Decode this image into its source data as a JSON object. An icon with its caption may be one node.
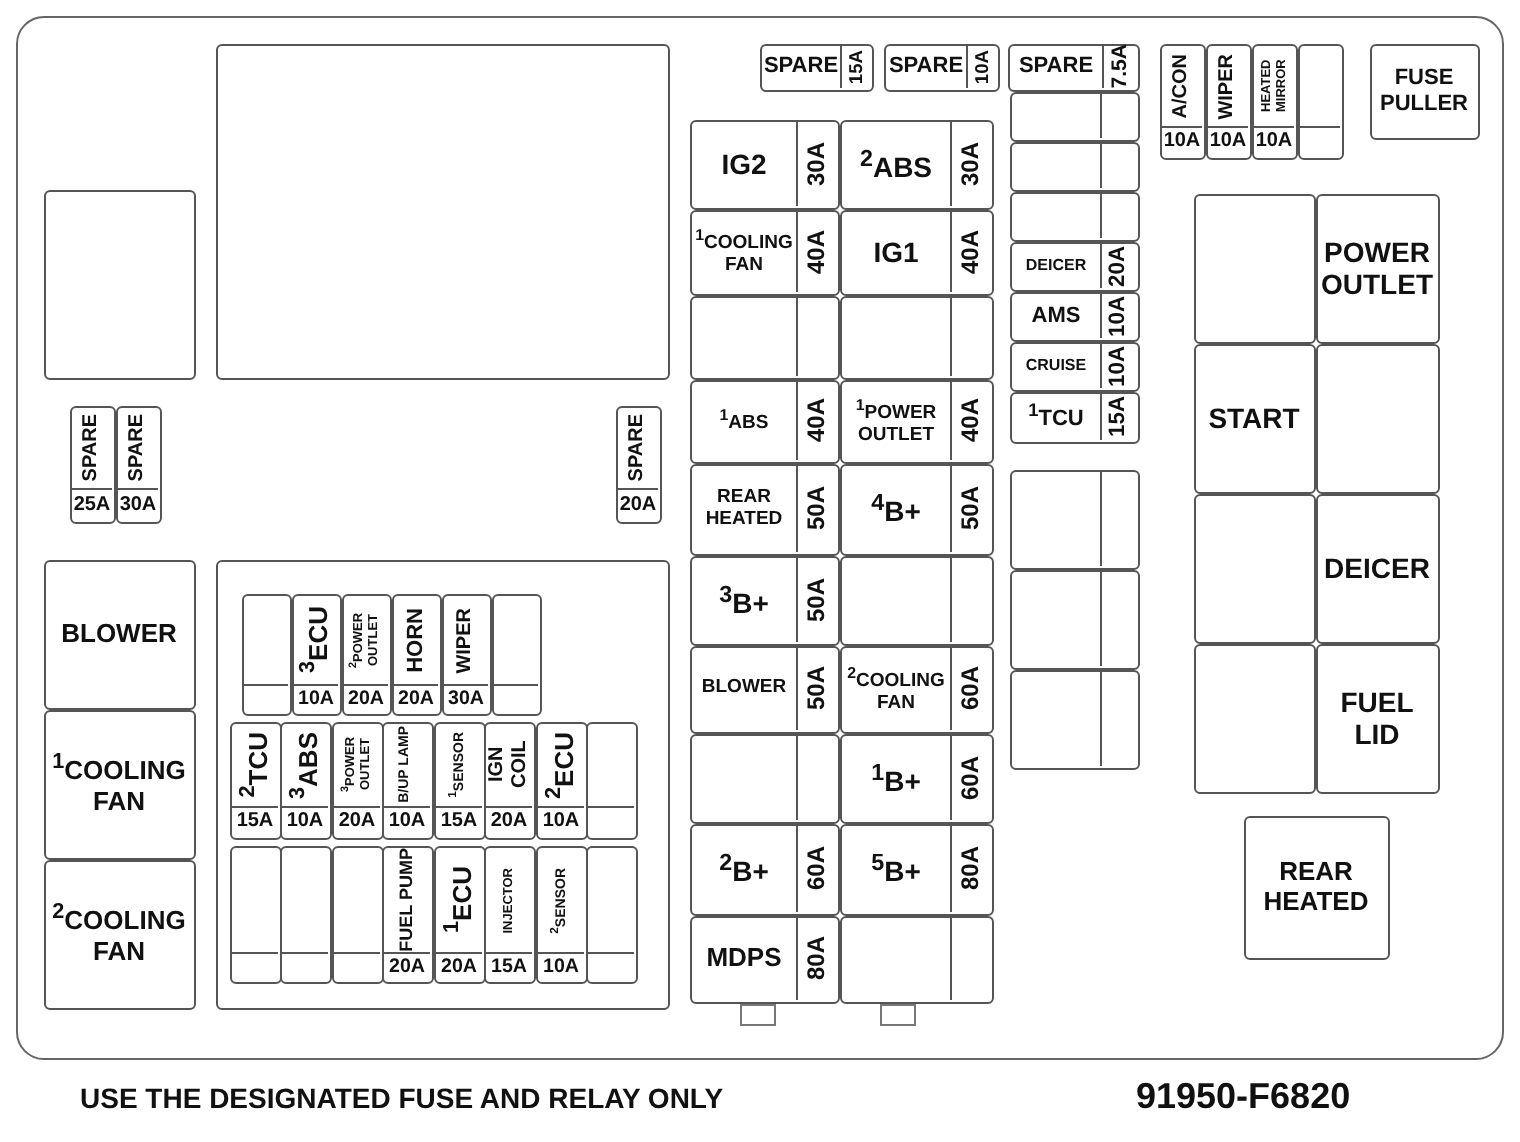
{
  "diagram": {
    "nodes": [
      {
        "text": [],
        "shape": "box"
      },
      {
        "text": [],
        "shape": "box"
      },
      {
        "text": [
          "SPARE",
          "25A"
        ]
      },
      {
        "text": [
          "SPARE",
          "30A"
        ]
      },
      {
        "text": [
          "SPARE",
          "20A"
        ]
      },
      {
        "text": [
          "BLOWER"
        ]
      },
      {
        "text": [
          "$^{1}$COOLING FAN"
        ]
      },
      {
        "text": [
          "$^{2}$COOLING FAN"
        ]
      },
      {
        "text": [],
        "shape": "box"
      },
      {
        "text": [],
        "shape": "box",
        "in": 8
      },
      {
        "text": [
          "$^{3}$ECU",
          "10A"
        ],
        "in": 8
      },
      {
        "text": [
          "$^{2}$POWER OUTLET",
          "20A"
        ],
        "in": 8
      },
      {
        "text": [
          "HORN",
          "20A"
        ],
        "in": 8
      },
      {
        "text": [
          "WIPER",
          "30A"
        ],
        "in": 8
      },
      {
        "text": [],
        "shape": "box",
        "in": 8
      },
      {
        "text": [
          "$^{2}$TCU",
          "15A"
        ],
        "in": 8
      },
      {
        "text": [
          "$^{3}$ABS",
          "10A"
        ],
        "in": 8
      },
      {
        "text": [
          "$^{3}$POWER OUTLET",
          "20A"
        ],
        "in": 8
      },
      {
        "text": [
          "B/UP LAMP",
          "10A"
        ],
        "in": 8
      },
      {
        "text": [
          "$^{1}$SENSOR",
          "15A"
        ],
        "in": 8
      },
      {
        "text": [
          "IGN COIL",
          "20A"
        ],
        "in": 8
      },
      {
        "text": [
          "$^{2}$ECU",
          "10A"
        ],
        "in": 8
      },
      {
        "text": [],
        "shape": "box",
        "in": 8
      },
      {
        "text": [],
        "shape": "box",
        "in": 8
      },
      {
        "text": [],
        "shape": "box",
        "in": 8
      },
      {
        "text": [],
        "shape": "box",
        "in": 8
      },
      {
        "text": [
          "FUEL PUMP",
          "20A"
        ],
        "in": 8
      },
      {
        "text": [
          "$^{1}$ECU",
          "20A"
        ],
        "in": 8
      },
      {
        "text": [
          "INJECTOR",
          "15A"
        ],
        "in": 8
      },
      {
        "text": [
          "$^{2}$SENSOR",
          "10A"
        ],
        "in": 8
      },
      {
        "text": [],
        "shape": "box",
        "in": 8
      },
      {
        "text": [
          "SPARE",
          "15A"
        ]
      },
      {
        "text": [
          "SPARE",
          "10A"
        ]
      },
      {
        "text": [
          "SPARE",
          "7.5A"
        ]
      },
      {
        "text": [
          "IG2",
          "30A"
        ]
      },
      {
        "text": [
          "$^{2}$ABS",
          "30A"
        ]
      },
      {
        "text": [
          "$^{1}$COOLING FAN",
          "40A"
        ]
      },
      {
        "text": [
          "IG1",
          "40A"
        ]
      },
      {
        "text": [],
        "shape": "box"
      },
      {
        "text": [],
        "shape": "box"
      },
      {
        "text": [
          "$^{1}$ABS",
          "40A"
        ]
      },
      {
        "text": [
          "$^{1}$POWER OUTLET",
          "40A"
        ]
      },
      {
        "text": [
          "REAR HEATED",
          "50A"
        ]
      },
      {
        "text": [
          "$^{4}$B+",
          "50A"
        ]
      },
      {
        "text": [
          "$^{3}$B+",
          "50A"
        ]
      },
      {
        "text": [],
        "shape": "box"
      },
      {
        "text": [
          "BLOWER",
          "50A"
        ]
      },
      {
        "text": [
          "$^{2}$COOLING FAN",
          "60A"
        ]
      },
      {
        "text": [],
        "shape": "box"
      },
      {
        "text": [
          "$^{1}$B+",
          "60A"
        ]
      },
      {
        "text": [
          "$^{2}$B+",
          "60A"
        ]
      },
      {
        "text": [
          "$^{5}$B+",
          "80A"
        ]
      },
      {
        "text": [
          "MDPS",
          "80A"
        ]
      },
      {
        "text": [],
        "shape": "box"
      },
      {
        "text": [],
        "shape": "box"
      },
      {
        "text": [],
        "shape": "box"
      },
      {
        "text": [],
        "shape": "box"
      },
      {
        "text": [
          "DEICER",
          "20A"
        ]
      },
      {
        "text": [
          "AMS",
          "10A"
        ]
      },
      {
        "text": [
          "CRUISE",
          "10A"
        ]
      },
      {
        "text": [
          "$^{1}$TCU",
          "15A"
        ]
      },
      {
        "text": [],
        "shape": "box"
      },
      {
        "text": [],
        "shape": "box"
      },
      {
        "text": [],
        "shape": "box"
      },
      {
        "text": [
          "A/CON",
          "10A"
        ]
      },
      {
        "text": [
          "WIPER",
          "10A"
        ]
      },
      {
        "text": [
          "HEATED MIRROR",
          "10A"
        ]
      },
      {
        "text": [],
        "shape": "box"
      },
      {
        "text": [
          "FUSE PULLER"
        ]
      },
      {
        "text": [],
        "shape": "box"
      },
      {
        "text": [
          "POWER OUTLET"
        ]
      },
      {
        "text": [
          "START"
        ]
      },
      {
        "text": [],
        "shape": "box"
      },
      {
        "text": [],
        "shape": "box"
      },
      {
        "text": [
          "DEICER"
        ]
      },
      {
        "text": [],
        "shape": "box"
      },
      {
        "text": [
          "FUEL LID"
        ]
      },
      {
        "text": [
          "REAR HEATED"
        ]
      }
    ],
    "edges": [],
    "labels": [
      "USE THE DESIGNATED FUSE AND RELAY ONLY",
      "91950-F6820"
    ]
  }
}
